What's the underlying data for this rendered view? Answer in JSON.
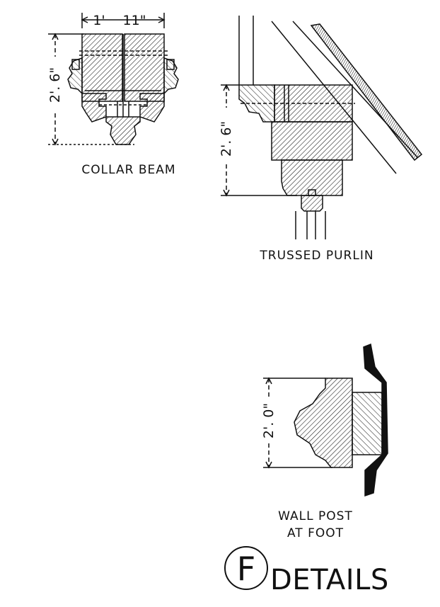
{
  "sheet": {
    "collar_beam": {
      "label": "COLLAR BEAM",
      "width_dim_left": "1'",
      "width_dim_right": "11\"",
      "height_dim": "2'. 6\""
    },
    "trussed_purlin": {
      "label_line1": "TRUSSED PURLIN",
      "height_dim": "2'. 6\""
    },
    "wall_post": {
      "label_line1": "WALL POST",
      "label_line2": "AT FOOT",
      "height_dim": "2'. 0\""
    },
    "title_block": {
      "letter": "F",
      "word": "DETAILS"
    }
  },
  "colors": {
    "ink": "#111111",
    "paper": "#ffffff"
  }
}
